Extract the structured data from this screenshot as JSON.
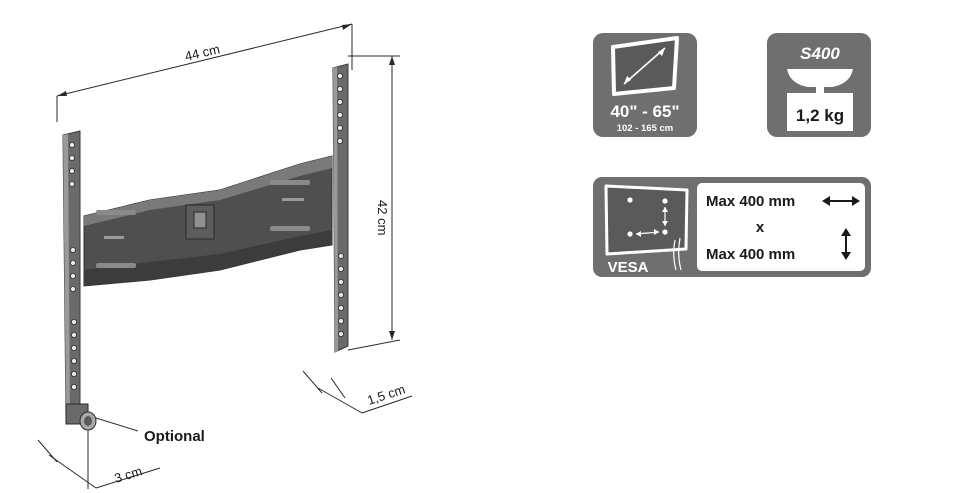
{
  "dimensions": {
    "width": "44 cm",
    "height": "42 cm",
    "depth": "1,5 cm",
    "clearance": "3 cm"
  },
  "optional_label": "Optional",
  "size_badge": {
    "inches": "40\" - 65\"",
    "cm": "102 - 165 cm"
  },
  "load_badge": {
    "series": "S400",
    "weight": "1,2 kg"
  },
  "vesa_badge": {
    "label": "VESA",
    "max_horizontal": "Max 400 mm",
    "separator": "x",
    "max_vertical": "Max 400 mm"
  },
  "colors": {
    "badge_gray": "#6f6f6f",
    "bracket_dark": "#4a4a4a",
    "bracket_light": "#7a7a7a"
  }
}
